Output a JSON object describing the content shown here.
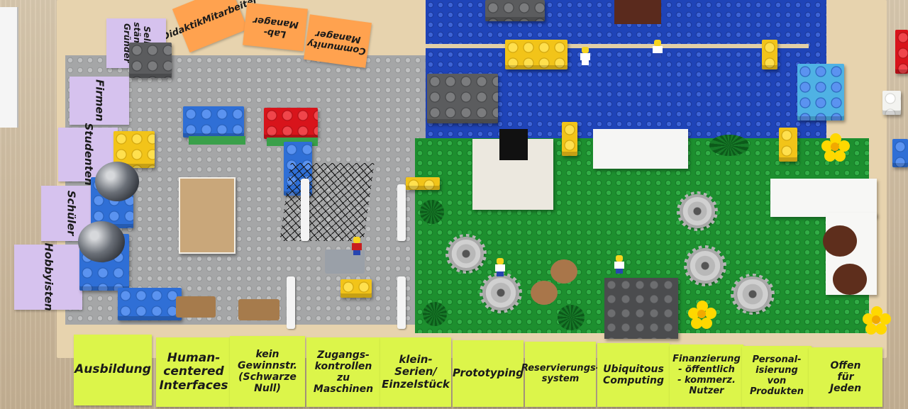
{
  "scene": {
    "description_alt": ""
  },
  "notes": {
    "bottom": [
      {
        "id": "ausbildung",
        "lines": [
          "Ausbildung"
        ]
      },
      {
        "id": "human-centered",
        "lines": [
          "Human-",
          "centered",
          "Interfaces"
        ]
      },
      {
        "id": "kein-gewinn",
        "lines": [
          "kein",
          "Gewinnstr.",
          "(Schwarze",
          "Null)"
        ]
      },
      {
        "id": "zugangskontrolle",
        "lines": [
          "Zugangs-",
          "kontrollen",
          "zu Maschinen"
        ]
      },
      {
        "id": "kleinserien",
        "lines": [
          "klein-",
          "Serien/",
          "Einzelstück"
        ]
      },
      {
        "id": "prototyping",
        "lines": [
          "Prototyping"
        ]
      },
      {
        "id": "reservierung",
        "lines": [
          "Reservierungs-",
          "system"
        ]
      },
      {
        "id": "ubiquitous",
        "lines": [
          "Ubiquitous",
          "Computing"
        ]
      },
      {
        "id": "finanzierung",
        "lines": [
          "Finanzierung",
          "- öffentlich",
          "- kommerz.",
          "Nutzer"
        ]
      },
      {
        "id": "personalisierung",
        "lines": [
          "Personal-",
          "isierung",
          "von",
          "Produkten"
        ]
      },
      {
        "id": "offen",
        "lines": [
          "Offen",
          "für",
          "Jeden"
        ]
      }
    ],
    "left": [
      {
        "id": "selbststaendige",
        "lines": [
          "Selbst-",
          "ständige",
          "Gründer"
        ]
      },
      {
        "id": "firmen",
        "lines": [
          "Firmen"
        ]
      },
      {
        "id": "studenten",
        "lines": [
          "Studenten"
        ]
      },
      {
        "id": "schueler",
        "lines": [
          "Schüler"
        ]
      },
      {
        "id": "hobbyisten",
        "lines": [
          "Hobbyisten"
        ]
      }
    ],
    "top": [
      {
        "id": "didaktik",
        "lines": [
          "Didaktik",
          "Mitarbeiter"
        ]
      },
      {
        "id": "lab-manager",
        "lines": [
          "Lab-",
          "Manager"
        ]
      },
      {
        "id": "community-manager",
        "lines": [
          "Community",
          "Manager"
        ]
      }
    ]
  },
  "colors": {
    "note_yellow": "#dcf54a",
    "note_violet": "#d6c2ee",
    "note_orange": "#ffa24f",
    "baseplate_grey": "#a5a6a7",
    "baseplate_blue": "#1f44b8",
    "baseplate_green": "#1d8f2f"
  }
}
